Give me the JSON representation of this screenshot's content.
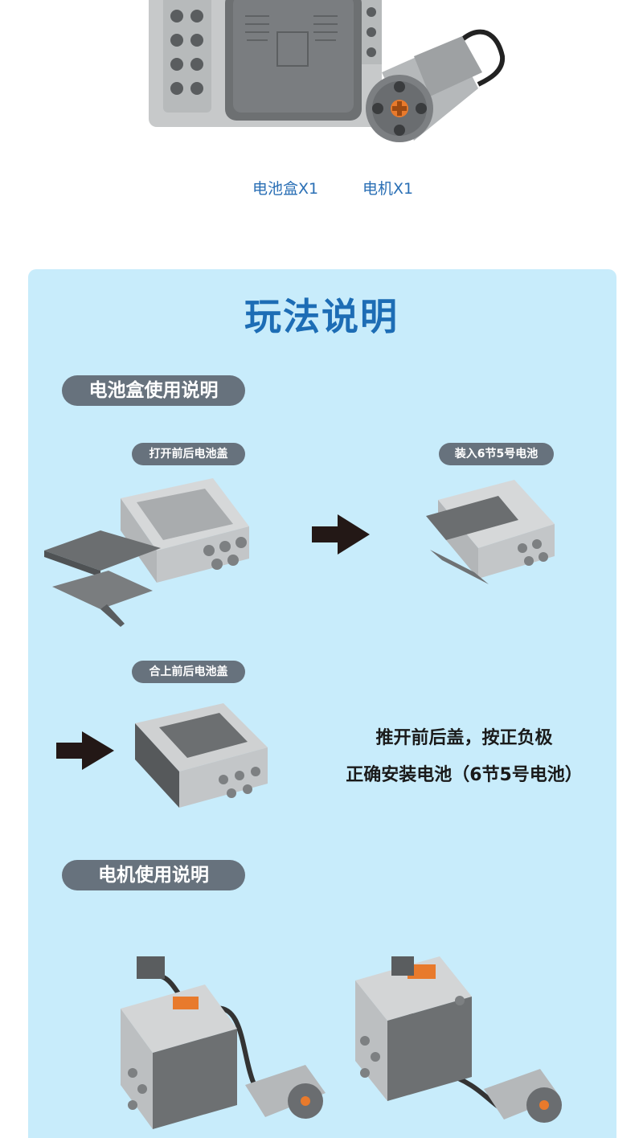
{
  "captions": {
    "battery_box": "电池盒X1",
    "motor": "电机X1"
  },
  "panel": {
    "title": "玩法说明"
  },
  "battery_section": {
    "heading": "电池盒使用说明",
    "step1_label": "打开前后电池盖",
    "step2_label": "装入6节5号电池",
    "step3_label": "合上前后电池盖",
    "instruction_line1": "推开前后盖，按正负极",
    "instruction_line2": "正确安装电池（6节5号电池）"
  },
  "motor_section": {
    "heading": "电机使用说明"
  },
  "colors": {
    "caption_text": "#2a6fb5",
    "panel_bg": "#c8ecfb",
    "title_text": "#1d6db5",
    "pill_bg": "#67727d",
    "arrow": "#231816",
    "brick_light": "#c9cbcc",
    "brick_dark": "#6b6e70",
    "orange_axle": "#e87a2c"
  },
  "icons": [
    "battery-box-icon",
    "motor-icon",
    "arrow-right-icon",
    "cable-icon"
  ]
}
